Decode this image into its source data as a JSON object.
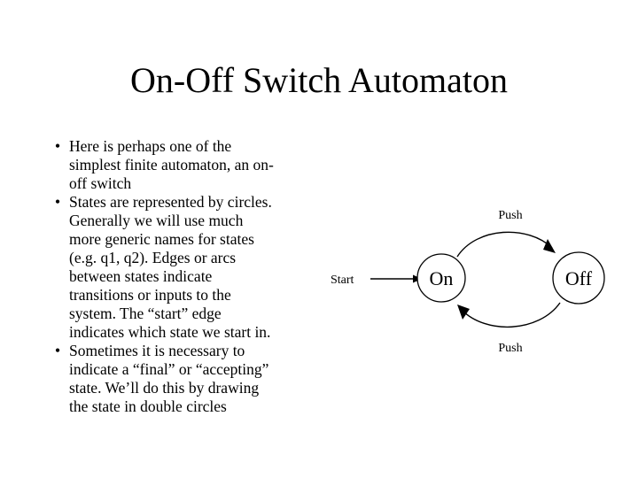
{
  "slide": {
    "title": "On-Off Switch Automaton",
    "background_color": "#ffffff",
    "text_color": "#000000"
  },
  "body": {
    "bullet_char": "•",
    "bullets": [
      {
        "lines": [
          "Here is perhaps one of the",
          "simplest finite automaton, an on-",
          "off switch"
        ],
        "text": "Here is perhaps one of the simplest finite automaton, an on-off switch"
      },
      {
        "lines": [
          "States are represented by circles.",
          "Generally we will use much",
          "more generic names for states",
          "(e.g. q1, q2).  Edges or arcs",
          "between states indicate",
          "transitions or inputs to the",
          "system.  The “start” edge",
          "indicates which state we start in."
        ],
        "text": "States are represented by circles.  Generally we will use much more generic names for states (e.g. q1, q2).  Edges or arcs between states indicate transitions or inputs to the system.  The “start” edge indicates which state we start in."
      },
      {
        "lines": [
          "Sometimes it is necessary to",
          "indicate a “final” or “accepting”",
          "state.  We’ll do this by drawing",
          "the state in double circles"
        ],
        "text": "Sometimes it is necessary to indicate a “final” or “accepting” state.  We’ll do this by drawing the state in double circles"
      }
    ]
  },
  "diagram": {
    "type": "state-machine",
    "start_label": "Start",
    "states": [
      {
        "id": "on",
        "label": "On"
      },
      {
        "id": "off",
        "label": "Off"
      }
    ],
    "transitions": [
      {
        "from": "on",
        "to": "off",
        "label": "Push",
        "position": "top"
      },
      {
        "from": "off",
        "to": "on",
        "label": "Push",
        "position": "bottom"
      }
    ]
  }
}
